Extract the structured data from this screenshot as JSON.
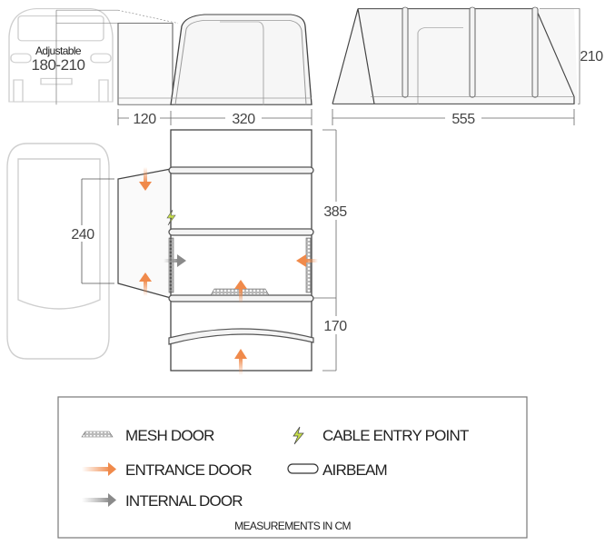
{
  "front_view": {
    "van_label_1": "Adjustable",
    "van_label_2": "180-210"
  },
  "dimensions": {
    "awning_depth": "120",
    "tent_width": "320",
    "side_length": "555",
    "height": "210",
    "annex_width": "240",
    "tent_length": "385",
    "porch_length": "170"
  },
  "legend": {
    "mesh_door": "MESH DOOR",
    "cable_entry_point": "CABLE ENTRY POINT",
    "entrance_door": "ENTRANCE DOOR",
    "airbeam": "AIRBEAM",
    "internal_door": "INTERNAL DOOR",
    "footnote": "MEASUREMENTS IN CM"
  },
  "colors": {
    "entrance": "#f08a4b",
    "internal": "#9a9a9a",
    "cable": "#c8e04a"
  }
}
